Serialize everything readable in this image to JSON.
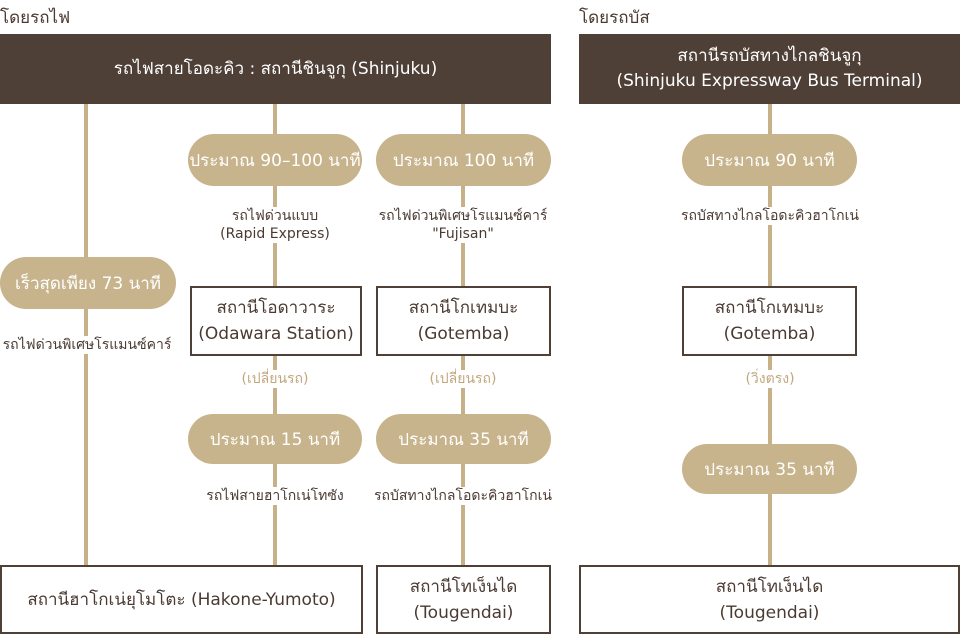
{
  "train": {
    "section_title": "โดยรถไฟ",
    "header": "รถไฟสายโอดะคิว : สถานีชินจูกุ (Shinjuku)",
    "col1": {
      "time": "เร็วสุดเพียง 73 นาที",
      "train_label": "รถไฟด่วนพิเศษโรแมนซ์คาร์"
    },
    "col2": {
      "time1": "ประมาณ 90–100 นาที",
      "train1_line1": "รถไฟด่วนแบบ",
      "train1_line2": "(Rapid Express)",
      "station_line1": "สถานีโอดาวาระ",
      "station_line2": "(Odawara Station)",
      "transfer": "(เปลี่ยนรถ)",
      "time2": "ประมาณ 15 นาที",
      "train2": "รถไฟสายฮาโกเน่โทซัง"
    },
    "col3": {
      "time1": "ประมาณ 100 นาที",
      "train1_line1": "รถไฟด่วนพิเศษโรแมนซ์คาร์",
      "train1_line2": "\"Fujisan\"",
      "station_line1": "สถานีโกเทมบะ",
      "station_line2": "(Gotemba)",
      "transfer": "(เปลี่ยนรถ)",
      "time2": "ประมาณ 35 นาที",
      "train2": "รถบัสทางไกลโอดะคิวฮาโกเน่"
    },
    "dest_hakone": "สถานีฮาโกเน่ยุโมโตะ (Hakone-Yumoto)",
    "dest_tougendai_line1": "สถานีโทเง็นได",
    "dest_tougendai_line2": "(Tougendai)"
  },
  "bus": {
    "section_title": "โดยรถบัส",
    "header_line1": "สถานีรถบัสทางไกลชินจูกุ",
    "header_line2": "(Shinjuku Expressway Bus Terminal)",
    "time1": "ประมาณ 90 นาที",
    "bus_label": "รถบัสทางไกลโอดะคิวฮาโกเน่",
    "station_line1": "สถานีโกเทมบะ",
    "station_line2": "(Gotemba)",
    "direct": "(วิ่งตรง)",
    "time2": "ประมาณ 35 นาที",
    "dest_line1": "สถานีโทเง็นได",
    "dest_line2": "(Tougendai)"
  },
  "colors": {
    "header_bg": "#4e3f37",
    "pill_bg": "#c8b48c",
    "line": "#c7b189",
    "box_border": "#4e3f37"
  }
}
